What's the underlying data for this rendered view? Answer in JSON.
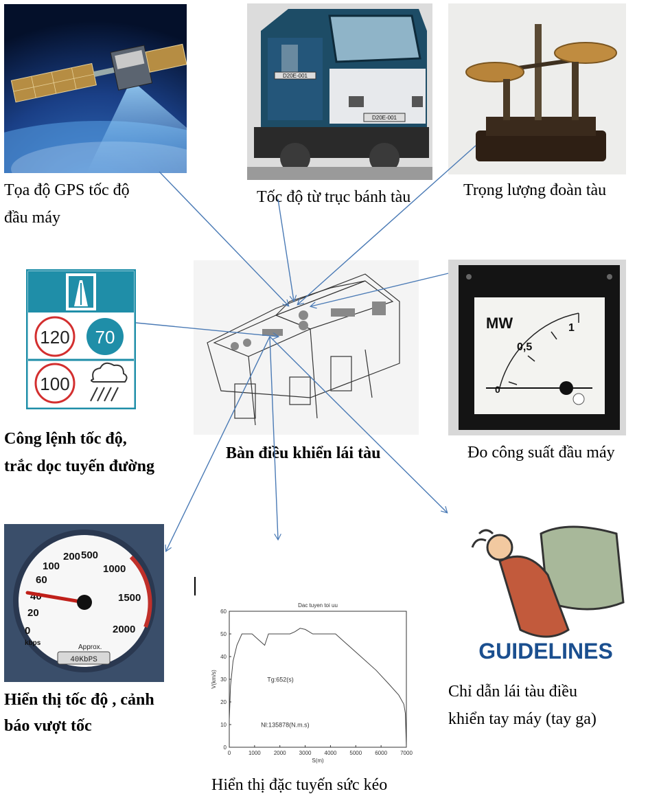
{
  "labels": {
    "gps": [
      "Tọa độ GPS tốc độ",
      "đầu máy"
    ],
    "wheel_speed": "Tốc độ từ trục bánh tàu",
    "train_weight": "Trọng lượng đoàn tàu",
    "speed_orders": [
      "Công lệnh tốc độ,",
      "trắc dọc tuyến đường"
    ],
    "console": "Bàn điều khiển lái tàu",
    "power": "Đo công suất đầu máy",
    "speed_display": [
      "Hiển thị tốc độ , cảnh",
      "báo vượt tốc"
    ],
    "traction_display": "Hiển thị đặc tuyến sức kéo",
    "guidance": [
      "Chỉ dẫn lái tàu điều",
      "khiển tay máy (tay ga)"
    ]
  },
  "locomotive": {
    "plate_top": "D20E-001",
    "plate_bottom": "D20E-001"
  },
  "road_sign": {
    "limit_1": "120",
    "limit_2": "70",
    "limit_3": "100"
  },
  "power_meter": {
    "unit": "MW",
    "tick_mid": "0,5",
    "tick_max": "1",
    "tick_zero": "0"
  },
  "speedometer": {
    "ticks": [
      "0",
      "20",
      "40",
      "60",
      "100",
      "200",
      "500",
      "1000",
      "1500",
      "2000"
    ],
    "unit": "kbps",
    "readout": "40KbPS",
    "approx": "Approx."
  },
  "guidelines_text": "GUIDELINES",
  "chart_data": {
    "type": "line",
    "title": "Dac tuyen toi uu",
    "xlabel": "S(m)",
    "ylabel": "V(km/s)",
    "xlim": [
      0,
      7000
    ],
    "ylim": [
      0,
      60
    ],
    "xticks": [
      0,
      1000,
      2000,
      3000,
      4000,
      5000,
      6000,
      7000
    ],
    "yticks": [
      0,
      10,
      20,
      30,
      40,
      50,
      60
    ],
    "annotations": [
      "Tg:652(s)",
      "Nl:135878(N.m.s)"
    ],
    "series": [
      {
        "x": [
          0,
          50,
          150,
          300,
          500,
          900,
          1100,
          1400,
          1550,
          2400,
          2600,
          2800,
          3000,
          3150,
          3300,
          4200,
          4600,
          5200,
          5800,
          6300,
          6700,
          6900,
          6960,
          7000
        ],
        "y": [
          12,
          27,
          38,
          45,
          50,
          50,
          48,
          45,
          50,
          50,
          51,
          52.5,
          52,
          51,
          50,
          50,
          46,
          40,
          34,
          28,
          23,
          19,
          15,
          0
        ]
      }
    ]
  },
  "colors": {
    "arrow": "#4a7ab5",
    "sign_teal": "#1f8ea8",
    "sign_red": "#d32f2f",
    "guidelines_blue": "#1b4f8f"
  }
}
